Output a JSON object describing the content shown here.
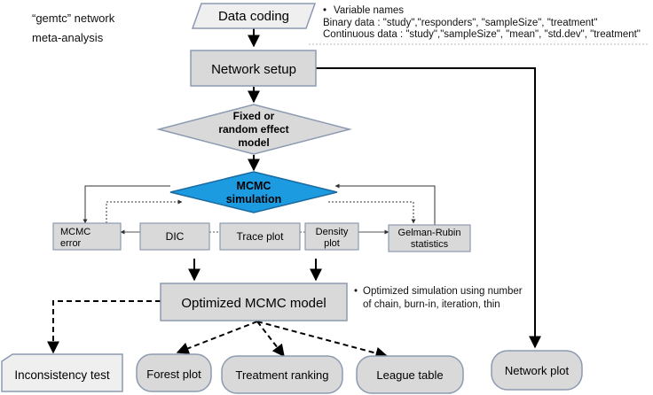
{
  "title": [
    "“gemtc” network",
    "meta-analysis"
  ],
  "nodes": {
    "data_coding": "Data coding",
    "network_setup": "Network setup",
    "effect_model": [
      "Fixed or",
      "random effect",
      "model"
    ],
    "mcmc_simulation": [
      "MCMC",
      "simulation"
    ],
    "mcmc_error": [
      "MCMC",
      "error"
    ],
    "dic": "DIC",
    "trace_plot": "Trace plot",
    "density_plot": [
      "Density",
      "plot"
    ],
    "gelman_rubin": [
      "Gelman-Rubin",
      "statistics"
    ],
    "optimized_model": "Optimized MCMC model",
    "inconsistency_test": "Inconsistency test",
    "forest_plot": "Forest plot",
    "treatment_ranking": "Treatment ranking",
    "league_table": "League table",
    "network_plot": "Network plot"
  },
  "notes": {
    "variable_names": "Variable names",
    "binary": "Binary data : \"study\",\"responders\", \"sampleSize\", \"treatment\"",
    "continuous": "Continuous data  : \"study\",\"sampleSize\", \"mean\", \"std.dev\", \"treatment\"",
    "optimized": [
      "Optimized simulation using number",
      "of chain, burn-in, iteration, thin"
    ]
  },
  "colors": {
    "box_fill": "#d9d9d9",
    "box_border": "#8c9ab0",
    "mcmc_fill": "#1d9be0",
    "mcmc_border": "#1a6aa0",
    "arrow": "#000000"
  }
}
